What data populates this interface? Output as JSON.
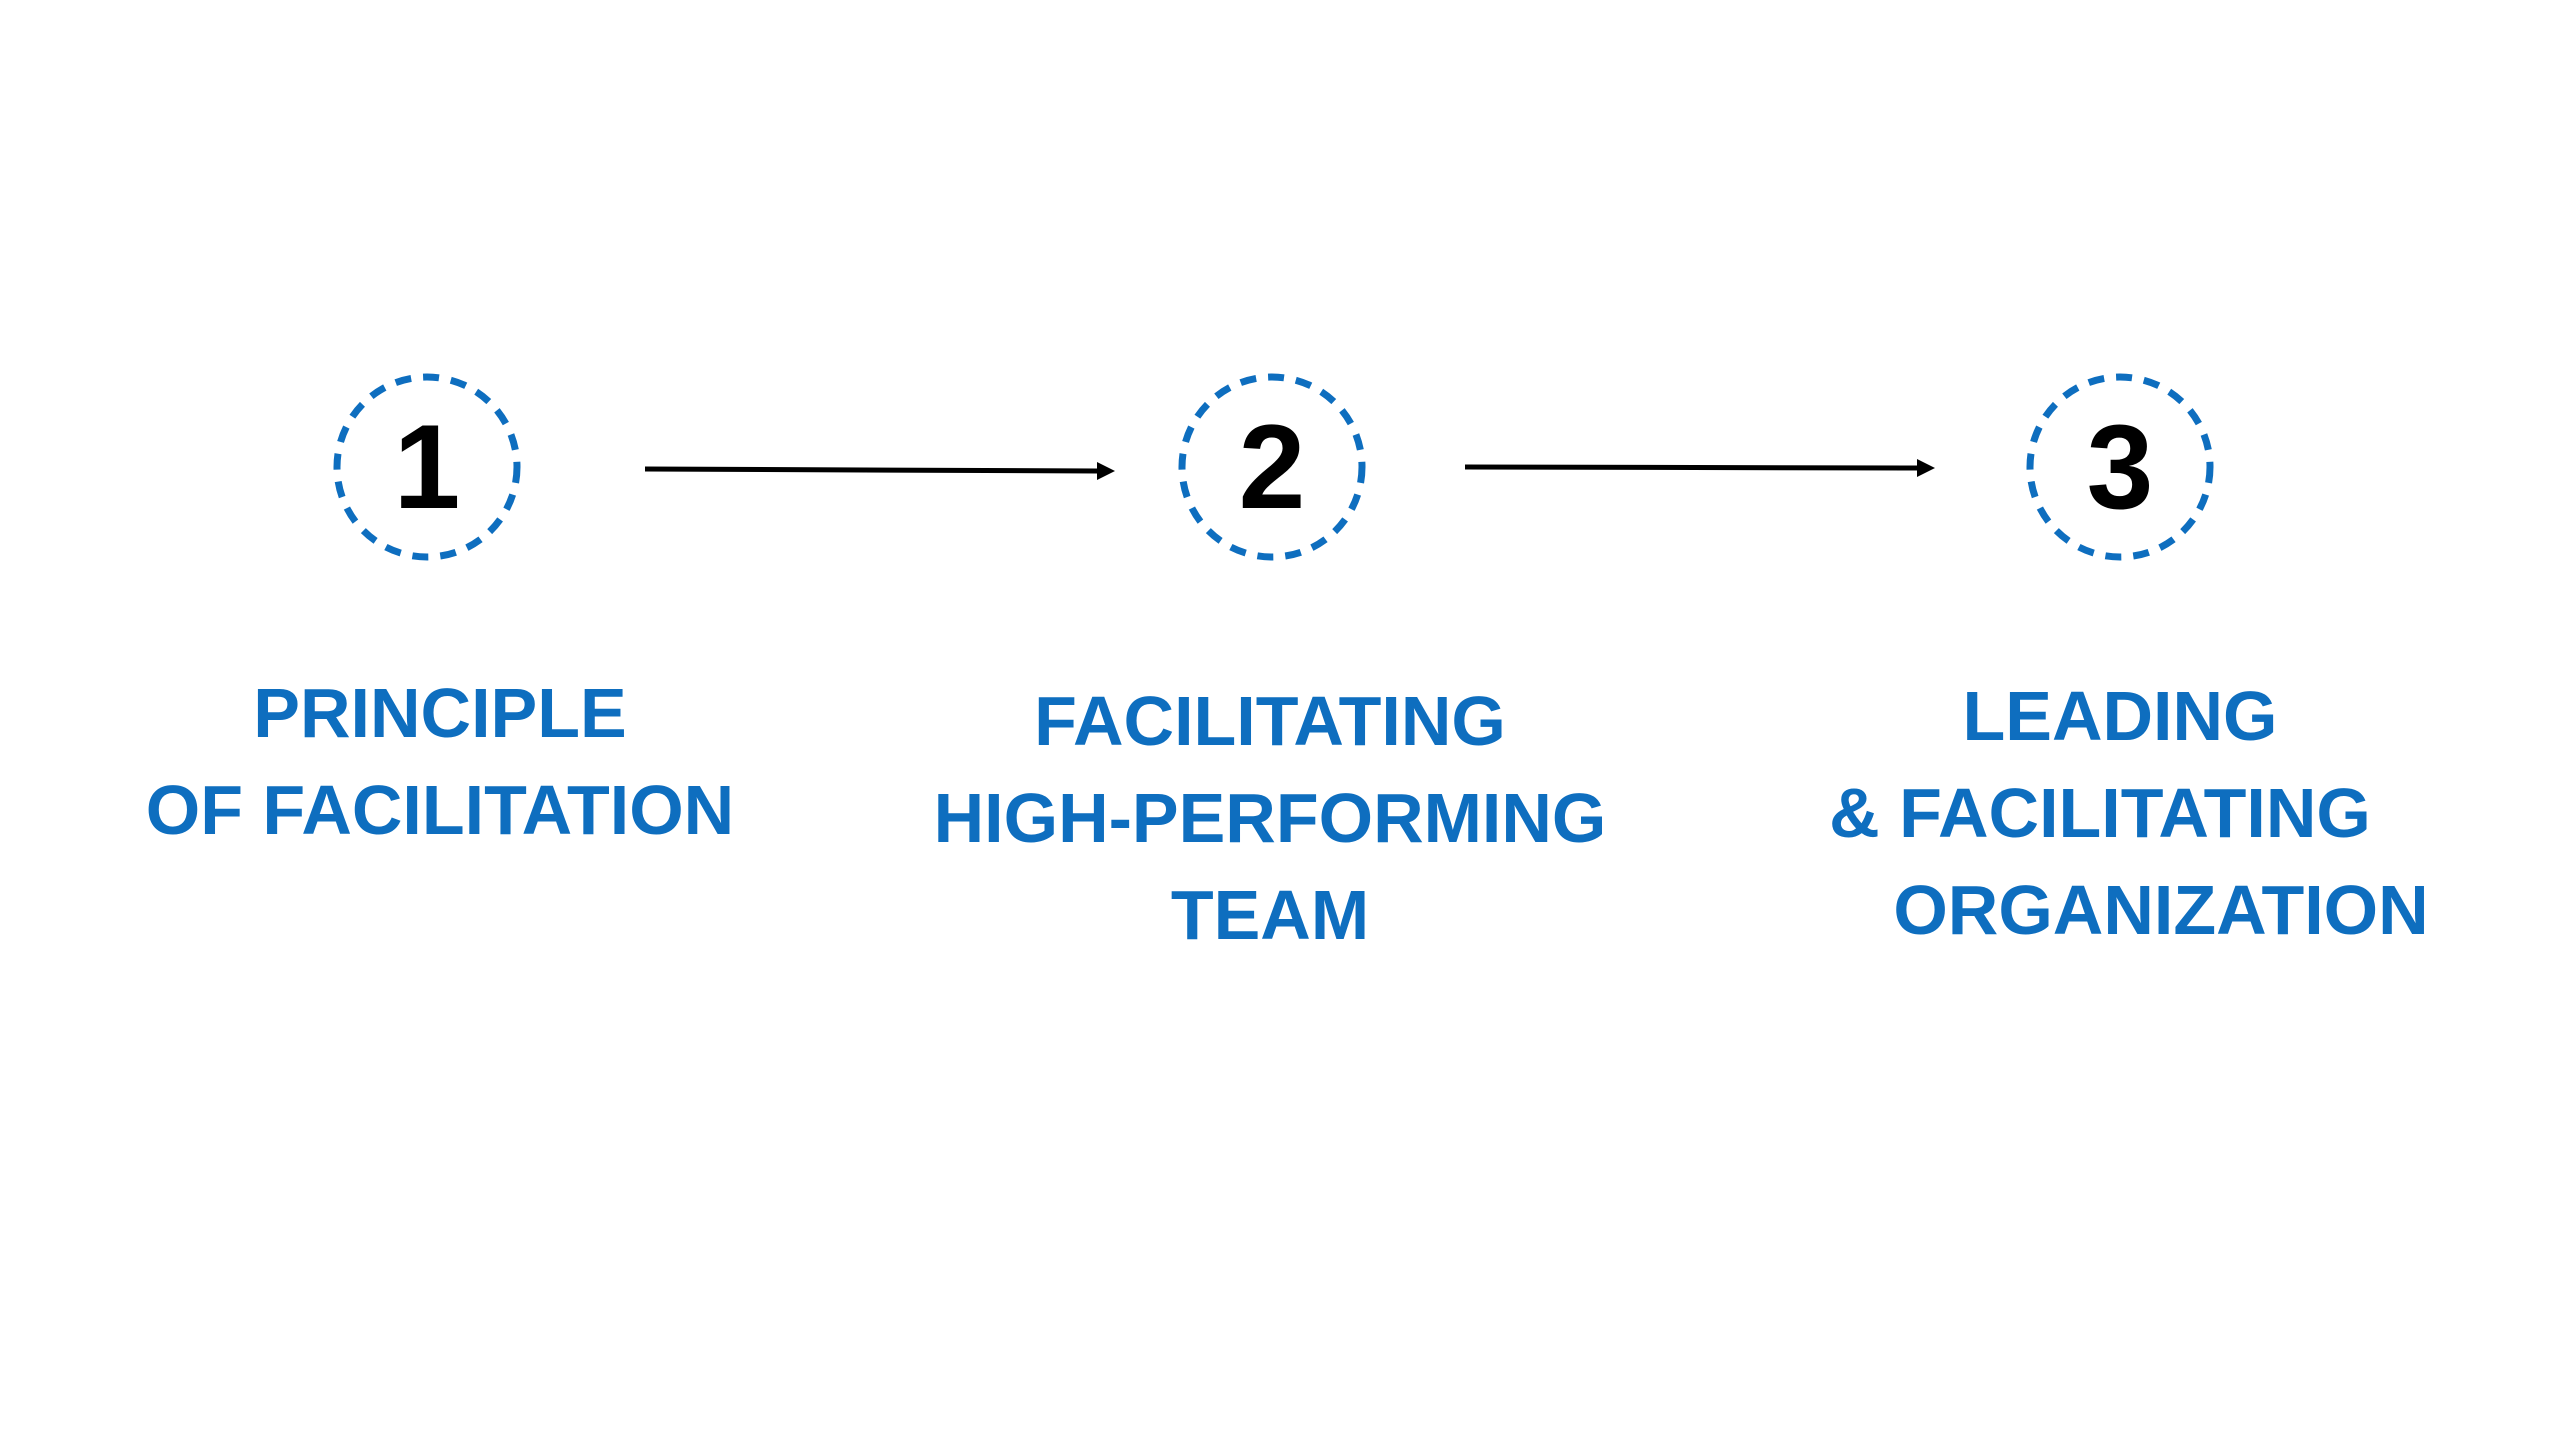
{
  "colors": {
    "accent": "#0E6EBF",
    "number": "#000000",
    "arrow": "#000000",
    "background": "#FFFFFF"
  },
  "steps": [
    {
      "number": "1",
      "label_lines": [
        "PRINCIPLE",
        "OF FACILITATION"
      ]
    },
    {
      "number": "2",
      "label_lines": [
        "FACILITATING",
        "HIGH-PERFORMING",
        "TEAM"
      ]
    },
    {
      "number": "3",
      "label_lines": [
        "LEADING",
        "& FACILITATING",
        "ORGANIZATION"
      ]
    }
  ]
}
